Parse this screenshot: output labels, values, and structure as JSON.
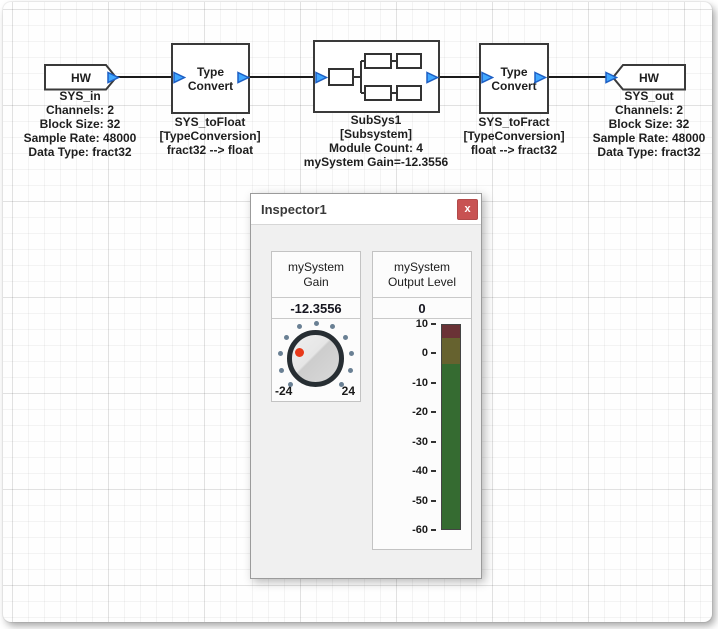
{
  "diagram": {
    "wire_color": "#1a1a1a",
    "port_color": "#41a8ff",
    "port_border": "#1d5fc4",
    "blocks": [
      {
        "id": "hw_in",
        "label": "HW",
        "caption": "SYS_in\nChannels: 2\nBlock Size: 32\nSample Rate: 48000\nData Type: fract32"
      },
      {
        "id": "type_convert_in",
        "label": "Type\nConvert",
        "caption": "SYS_toFloat\n[TypeConversion]\nfract32 --> float"
      },
      {
        "id": "subsys1",
        "label": "",
        "caption": "SubSys1\n[Subsystem]\nModule Count: 4\nmySystem Gain=-12.3556"
      },
      {
        "id": "type_convert_out",
        "label": "Type\nConvert",
        "caption": "SYS_toFract\n[TypeConversion]\nfloat --> fract32"
      },
      {
        "id": "hw_out",
        "label": "HW",
        "caption": "SYS_out\nChannels: 2\nBlock Size: 32\nSample Rate: 48000\nData Type: fract32"
      }
    ]
  },
  "inspector": {
    "title": "Inspector1",
    "close_label": "x",
    "close_color": "#c85252",
    "knob": {
      "header": "mySystem\nGain",
      "value": "-12.3556",
      "min": -24,
      "max": 24,
      "min_label": "-24",
      "max_label": "24",
      "indicator_color": "#e8391a"
    },
    "meter": {
      "header": "mySystem\nOutput Level",
      "value": "0",
      "scale_max": 10,
      "scale_min": -60,
      "ticks": [
        "10",
        "0",
        "-10",
        "-20",
        "-30",
        "-40",
        "-50",
        "-60"
      ],
      "segments": [
        {
          "from": 10,
          "to": 5.5,
          "color": "#6a3236"
        },
        {
          "from": 5.5,
          "to": -3.5,
          "color": "#66622f"
        },
        {
          "from": -3.5,
          "to": -60,
          "color": "#356b31"
        }
      ]
    }
  }
}
